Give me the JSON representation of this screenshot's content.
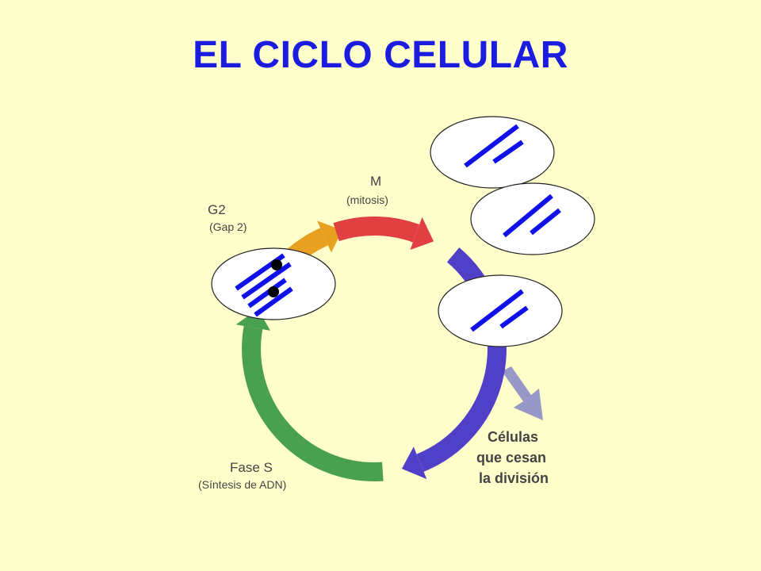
{
  "slide": {
    "title": "EL CICLO CELULAR"
  },
  "colors": {
    "background": "#ffffcc",
    "title": "#1c1ce0",
    "g1_arc": "#5040c8",
    "s_arc": "#48a050",
    "g2_arc": "#e8a020",
    "m_arc": "#e04040",
    "exit_arrow": "#9898c8",
    "chromosome": "#1010e8"
  },
  "phases": {
    "g2": {
      "name": "G2",
      "detail": "(Gap 2)"
    },
    "m": {
      "name": "M",
      "detail": "(mitosis)"
    },
    "s": {
      "name": "Fase S",
      "detail": "(Síntesis de ADN)"
    },
    "exit": {
      "line1": "Células",
      "line2": "que cesan",
      "line3": "la división"
    }
  }
}
